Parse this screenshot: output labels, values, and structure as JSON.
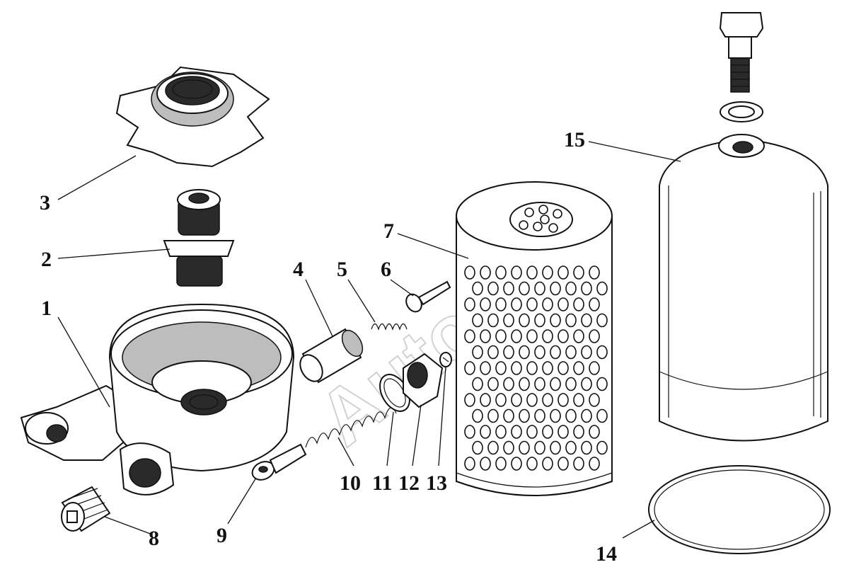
{
  "watermark": "AutoSoft",
  "labels": [
    {
      "id": "1",
      "text": "1"
    },
    {
      "id": "2",
      "text": "2"
    },
    {
      "id": "3",
      "text": "3"
    },
    {
      "id": "4",
      "text": "4"
    },
    {
      "id": "5",
      "text": "5"
    },
    {
      "id": "6",
      "text": "6"
    },
    {
      "id": "7",
      "text": "7"
    },
    {
      "id": "8",
      "text": "8"
    },
    {
      "id": "9",
      "text": "9"
    },
    {
      "id": "10",
      "text": "10"
    },
    {
      "id": "11",
      "text": "11"
    },
    {
      "id": "12",
      "text": "12"
    },
    {
      "id": "13",
      "text": "13"
    },
    {
      "id": "14",
      "text": "14"
    },
    {
      "id": "15",
      "text": "15"
    }
  ]
}
